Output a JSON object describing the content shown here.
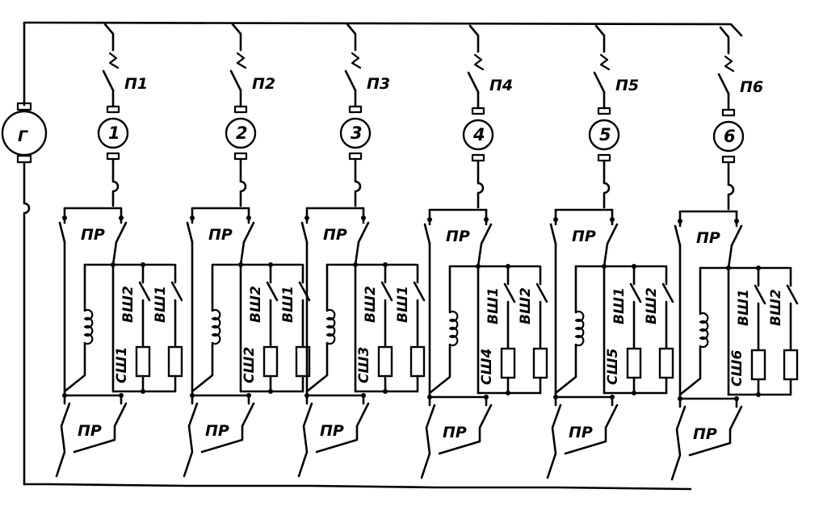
{
  "generator": {
    "label": "Г"
  },
  "units": [
    {
      "switch": "П1",
      "motor": "1",
      "relay_top": "ПР",
      "relay_bottom": "ПР",
      "series": "СШ1",
      "res_a": "ВШ2",
      "res_b": "ВШ1"
    },
    {
      "switch": "П2",
      "motor": "2",
      "relay_top": "ПР",
      "relay_bottom": "ПР",
      "series": "СШ2",
      "res_a": "ВШ2",
      "res_b": "ВШ1"
    },
    {
      "switch": "П3",
      "motor": "3",
      "relay_top": "ПР",
      "relay_bottom": "ПР",
      "series": "СШ3",
      "res_a": "ВШ2",
      "res_b": "ВШ1"
    },
    {
      "switch": "П4",
      "motor": "4",
      "relay_top": "ПР",
      "relay_bottom": "ПР",
      "series": "СШ4",
      "res_a": "ВШ1",
      "res_b": "ВШ2"
    },
    {
      "switch": "П5",
      "motor": "5",
      "relay_top": "ПР",
      "relay_bottom": "ПР",
      "series": "СШ5",
      "res_a": "ВШ1",
      "res_b": "ВШ2"
    },
    {
      "switch": "П6",
      "motor": "6",
      "relay_top": "ПР",
      "relay_bottom": "ПР",
      "series": "СШ6",
      "res_a": "ВШ1",
      "res_b": "ВШ2"
    }
  ]
}
